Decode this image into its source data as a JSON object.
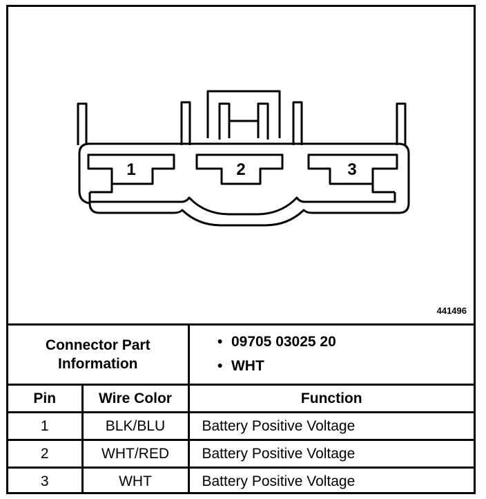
{
  "figure_id": "441496",
  "connector": {
    "pin_labels": [
      "1",
      "2",
      "3"
    ]
  },
  "part_info": {
    "label_line1": "Connector Part",
    "label_line2": "Information",
    "values": [
      "09705 03025 20",
      "WHT"
    ]
  },
  "table": {
    "headers": [
      "Pin",
      "Wire Color",
      "Function"
    ],
    "rows": [
      {
        "pin": "1",
        "wire_color": "BLK/BLU",
        "function": "Battery Positive Voltage"
      },
      {
        "pin": "2",
        "wire_color": "WHT/RED",
        "function": "Battery Positive Voltage"
      },
      {
        "pin": "3",
        "wire_color": "WHT",
        "function": "Battery Positive Voltage"
      }
    ]
  }
}
